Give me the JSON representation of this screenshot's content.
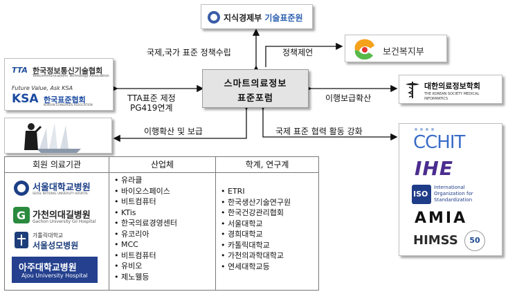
{
  "center": {
    "line1": "스마트의료정보",
    "line2": "표준포럼"
  },
  "agencies": {
    "mke": "지식경제부 기술표준원",
    "mke_a": "지식경제부",
    "mke_b": "기술표준원",
    "mohw": "보건복지부",
    "kosmi": "대한의료정보학회",
    "kosmi_en": "THE KOREAN SOCIETY MEDICAL INFORMATICS"
  },
  "tta_logo": {
    "mark": "TTA",
    "name": "한국정보통신기술협회",
    "en": "Telecommunications Technology Association"
  },
  "ksa_logo": {
    "tag": "Future Value, Ask KSA",
    "mark": "KSA",
    "name": "한국표준협회",
    "en": "KOREAN STANDARDS ASSOCIATION"
  },
  "edges": {
    "top_left": "국제,국가 표준 정책수립",
    "top_right": "정책제언",
    "left_1": "TTA표준 제정",
    "left_2": "PG419연계",
    "right": "이행보급확산",
    "bottom_left": "이행확산 및 보급",
    "bottom_right": "국제 표준 협력 활동 강화"
  },
  "table": {
    "headers": [
      "회원 의료기관",
      "산업체",
      "학계, 연구계"
    ],
    "hospitals": [
      {
        "name": "서울대학교병원",
        "en": "SEOUL NATIONAL UNIVERSITY HOSPITAL"
      },
      {
        "name": "가천의대길병원",
        "en": "Gachon University Gil Hospital"
      },
      {
        "top": "가톨릭대학교",
        "name": "서울성모병원"
      },
      {
        "name": "아주대학교병원",
        "en": "Ajou University Hospital"
      }
    ],
    "industry": [
      "유라클",
      "바이오스페이스",
      "비트컴퓨터",
      "KTis",
      "한국의료경영센터",
      "유코리아",
      "MCC",
      "비트컴퓨터",
      "유비오",
      "제노웰등"
    ],
    "academia": [
      "ETRI",
      "한국생산기술연구원",
      "한국건강관리협회",
      "서울대학교",
      "경희대학교",
      "카톨릭대학교",
      "가천의과학대학교",
      "연세대학교등"
    ]
  },
  "intl": {
    "cchit": "CCHIT",
    "ihe": "IHE",
    "iso": "ISO",
    "iso_text": [
      "International",
      "Organization for",
      "Standardization"
    ],
    "amia": "AMIA",
    "himss": "HIMSS",
    "himss_badge": "50"
  },
  "colors": {
    "ksa_blue": "#1a4aa0",
    "tta_blue": "#1f4e9c",
    "ihe_purple": "#4b2d8f",
    "cchit_blue": "#3a6cc8",
    "ajou_blue": "#24408e",
    "gil_green": "#2a8a3e"
  }
}
